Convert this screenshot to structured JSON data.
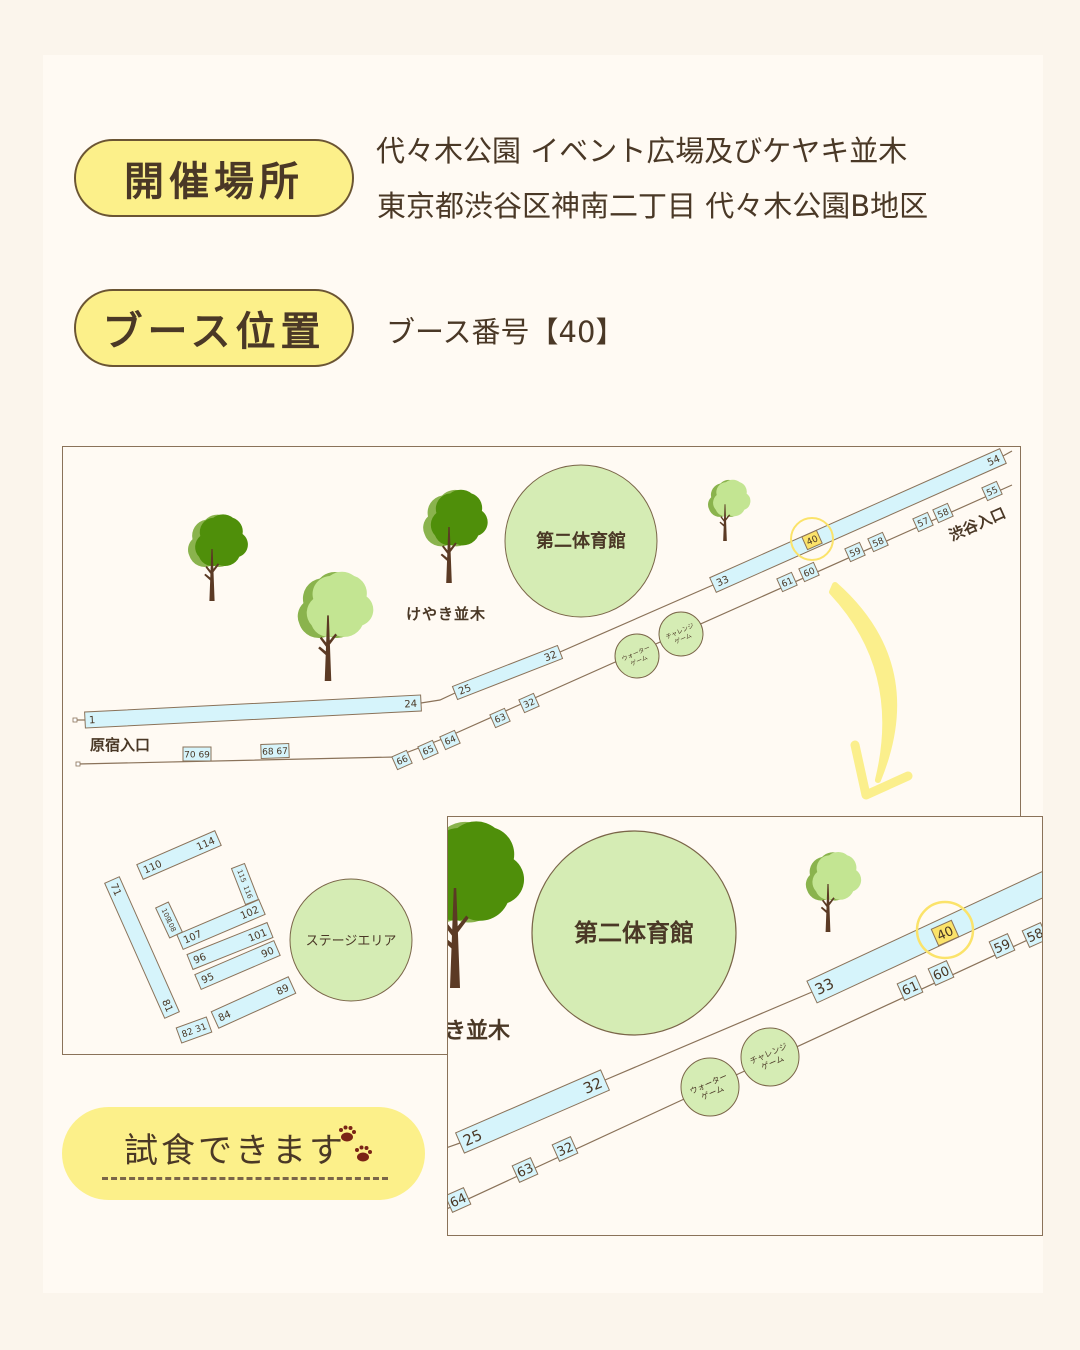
{
  "venue": {
    "badge": "開催場所",
    "line1": "代々木公園 イベント広場及びケヤキ並木",
    "line2": "東京都渋谷区神南二丁目 代々木公園B地区"
  },
  "booth": {
    "badge": "ブース位置",
    "text": "ブース番号【40】"
  },
  "food": {
    "label": "試食できます",
    "icon": "paw-prints-icon"
  },
  "colors": {
    "badge_yellow": "#fcf08a",
    "strip_blue": "#d6f4fb",
    "circle_green": "#d5ecb4",
    "highlight": "#fbe36a",
    "text_brown": "#4a3826"
  },
  "map": {
    "gym": "第二体育館",
    "keyaki": "けやき並木",
    "harajuku": "原宿入口",
    "shibuya": "渋谷入口",
    "stage": "ステージエリア",
    "water_game": [
      "ウォーター",
      "ゲーム"
    ],
    "challenge_game": [
      "チャレンジ",
      "ゲーム"
    ],
    "booths": {
      "b70_69": "70 69",
      "b68_67": "68 67",
      "b66": "66",
      "b65": "65",
      "b64": "64",
      "b63": "63",
      "b32": "32",
      "b61": "61",
      "b60": "60",
      "b59": "59",
      "b58a": "58",
      "b57": "57",
      "b58b": "58",
      "b55": "55",
      "b40": "40",
      "b82_31": "82 31"
    },
    "strips": {
      "s1_24": [
        "1",
        "24"
      ],
      "s25_32": [
        "25",
        "32"
      ],
      "s33_54": [
        "33",
        "54"
      ],
      "s71_81": [
        "71",
        "81"
      ],
      "s110_114": [
        "110",
        "114"
      ],
      "s115_116": [
        "115",
        "116"
      ],
      "s109_108": [
        "109",
        "108"
      ],
      "s107_102": [
        "107",
        "102"
      ],
      "s96_101": [
        "96",
        "101"
      ],
      "s95_90": [
        "95",
        "90"
      ],
      "s84_89": [
        "84",
        "89"
      ]
    }
  }
}
